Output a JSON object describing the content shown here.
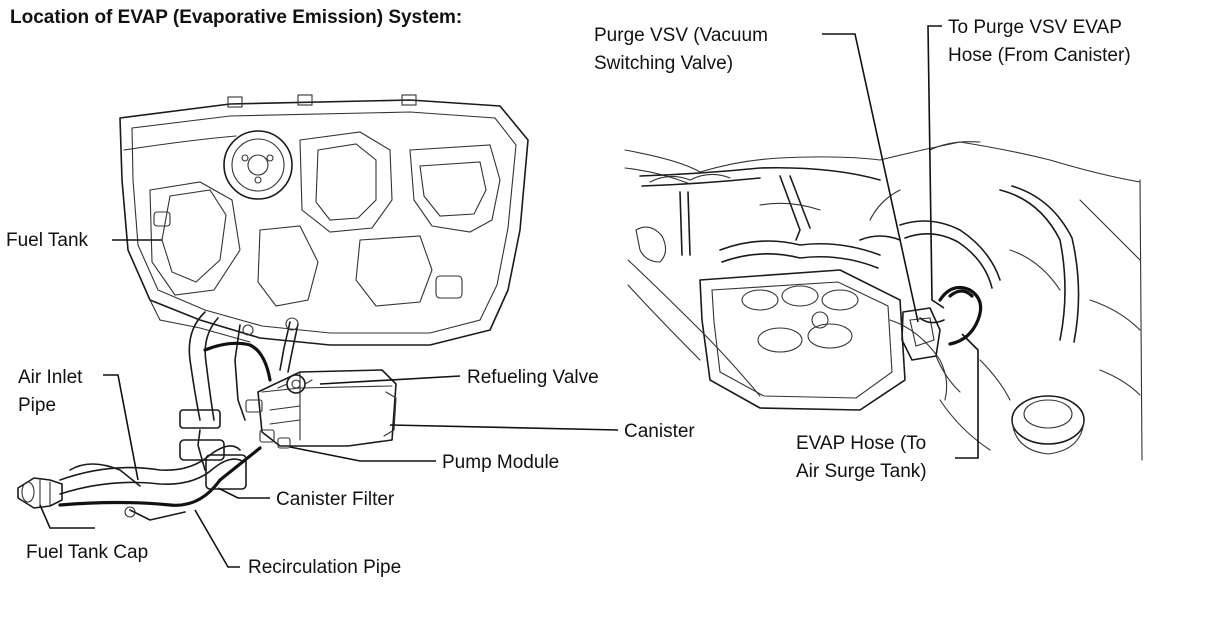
{
  "title": "Location of EVAP (Evaporative Emission) System:",
  "labels": {
    "fuel_tank": "Fuel Tank",
    "air_inlet_pipe_line1": "Air Inlet",
    "air_inlet_pipe_line2": "Pipe",
    "refueling_valve": "Refueling Valve",
    "canister": "Canister",
    "pump_module": "Pump Module",
    "canister_filter": "Canister Filter",
    "fuel_tank_cap": "Fuel Tank Cap",
    "recirculation_pipe": "Recirculation Pipe",
    "purge_vsv_line1": "Purge VSV (Vacuum",
    "purge_vsv_line2": "Switching Valve)",
    "to_purge_vsv_line1": "To Purge VSV EVAP",
    "to_purge_vsv_line2": "Hose (From Canister)",
    "evap_hose_line1": "EVAP Hose (To",
    "evap_hose_line2": "Air Surge Tank)"
  }
}
